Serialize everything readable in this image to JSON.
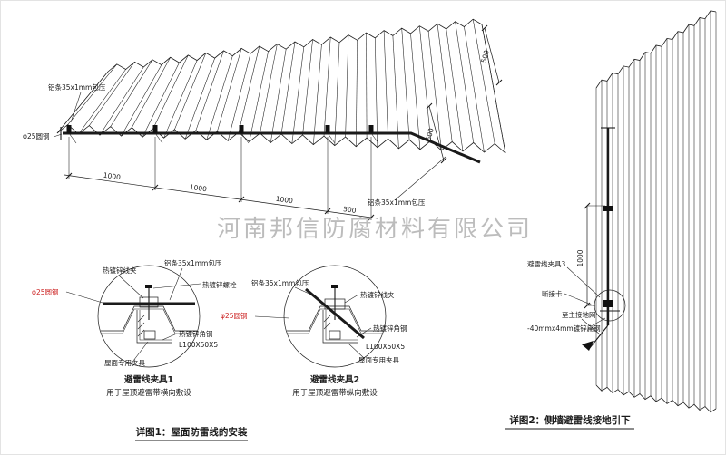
{
  "watermark": "河南邦信防腐材料有限公司",
  "colors": {
    "line": "#1a1a1a",
    "red_label": "#cc2222",
    "watermark": "#a3a3a3"
  },
  "roof_view": {
    "strip_top": "铝条35x1mm包压",
    "round_steel": "φ25圆钢",
    "strip_bottom": "铝条35x1mm包压",
    "dims": [
      "1000",
      "1000",
      "1000",
      "500"
    ],
    "dim_500_right": "500",
    "dim_500_top": "500"
  },
  "detail1": {
    "title": "避雷线夹具1",
    "subtitle": "用于屋顶避雷带横向敷设",
    "labels": {
      "wire_clamp": "热镀锌线夹",
      "strip": "铝条35x1mm包压",
      "bolt": "热镀锌螺栓",
      "round_steel": "φ25圆钢",
      "angle_steel": "热镀锌角钢",
      "angle_spec": "L100X50X5",
      "roof_clamp": "屋面专用夹具"
    }
  },
  "detail2": {
    "title": "避雷线夹具2",
    "subtitle": "用于屋顶避雷带纵向敷设",
    "labels": {
      "strip": "铝条35x1mm包压",
      "wire_clamp": "热镀锌线夹",
      "round_steel": "φ25圆钢",
      "angle_steel": "热镀锌角钢",
      "angle_spec": "L100X50X5",
      "roof_clamp": "屋面专用夹具"
    }
  },
  "wall_view": {
    "dim": "1000",
    "labels": {
      "clamp3": "避雷线夹具3",
      "disconnect": "断接卡",
      "to_ground": "至主接地网",
      "flat_steel": "-40mmx4mm镀锌扁钢"
    }
  },
  "captions": {
    "detail1": "详图1：屋面防雷线的安装",
    "detail2": "详图2：侧墙避雷线接地引下"
  }
}
